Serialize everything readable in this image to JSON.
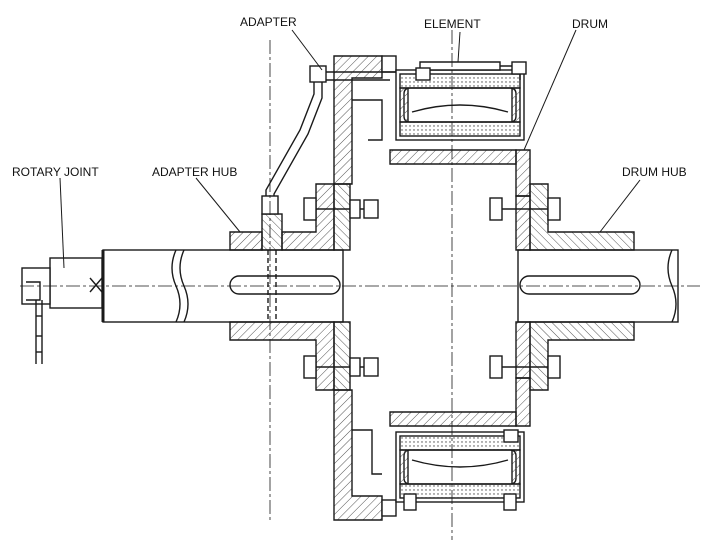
{
  "labels": {
    "adapter": "ADAPTER",
    "element": "ELEMENT",
    "drum": "DRUM",
    "rotary_joint": "ROTARY JOINT",
    "adapter_hub": "ADAPTER HUB",
    "drum_hub": "DRUM HUB"
  },
  "colors": {
    "line": "#1a1a1a",
    "hatch": "#555555",
    "background": "#ffffff"
  }
}
